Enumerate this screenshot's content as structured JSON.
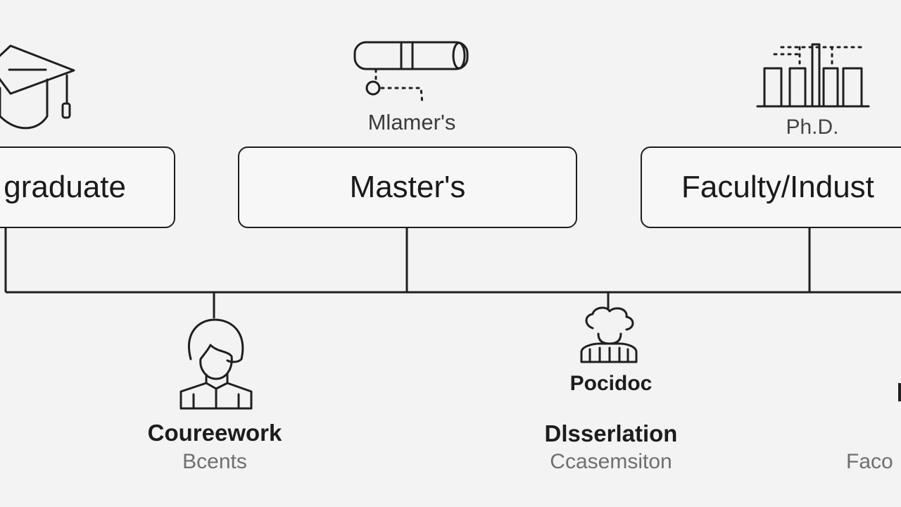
{
  "top_captions": {
    "masters": "Mlamer's",
    "phd": "Ph.D."
  },
  "stages": {
    "undergraduate": "graduate",
    "masters": "Master's",
    "faculty": "Faculty/Indust"
  },
  "bottom_nodes": {
    "postdoc": "Pocidoc",
    "coursework_title": "Coureework",
    "coursework_sub": "Bcents",
    "dissertation_title": "Dlsserlation",
    "dissertation_sub": "Ccasemsiton",
    "right_sub": "Faco"
  },
  "colors": {
    "background": "#f3f3f3",
    "stroke": "#1f1f1f",
    "muted_text": "#6f6f6f"
  },
  "icons": [
    "graduation-cap-icon",
    "diploma-scroll-icon",
    "bar-chart-icon",
    "person-icon",
    "team-icon"
  ]
}
